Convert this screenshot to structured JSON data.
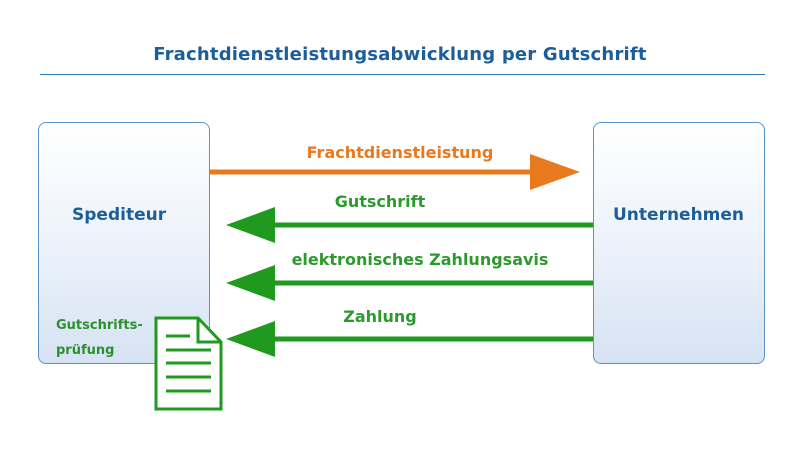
{
  "title": "Frachtdienstleistungsabwicklung per Gutschrift",
  "nodes": {
    "left": "Spediteur",
    "right": "Unternehmen"
  },
  "note": {
    "line1": "Gutschrifts-",
    "line2": "prüfung"
  },
  "arrows": [
    {
      "label": "Frachtdienstleistung",
      "direction": "right",
      "color": "#e8791d"
    },
    {
      "label": "Gutschrift",
      "direction": "left",
      "color": "#1f9a1f"
    },
    {
      "label": "elektronisches Zahlungsavis",
      "direction": "left",
      "color": "#1f9a1f"
    },
    {
      "label": "Zahlung",
      "direction": "left",
      "color": "#1f9a1f"
    }
  ],
  "colors": {
    "title": "#1c5e99",
    "box_border": "#5b93c7",
    "document_icon": "#1f9a1f"
  },
  "icon": "document-icon"
}
